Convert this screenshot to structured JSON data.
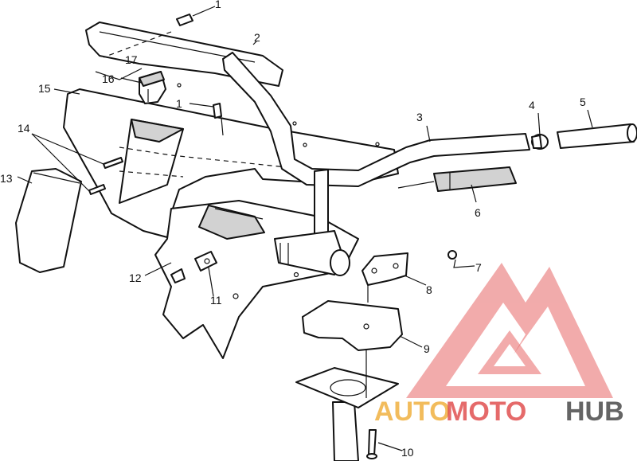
{
  "diagram": {
    "callouts": [
      "1",
      "2",
      "3",
      "4",
      "5",
      "6",
      "7",
      "8",
      "9",
      "10",
      "11",
      "12",
      "13",
      "14",
      "15",
      "16",
      "17",
      "1"
    ]
  },
  "watermark": {
    "part1": "AUTO",
    "part2": "MOTO",
    "part3": "HUB",
    "color_triangle": "#e24a4a",
    "color_auto": "#f0b040",
    "color_moto": "#e05050",
    "color_hub": "#4a4a4a"
  }
}
